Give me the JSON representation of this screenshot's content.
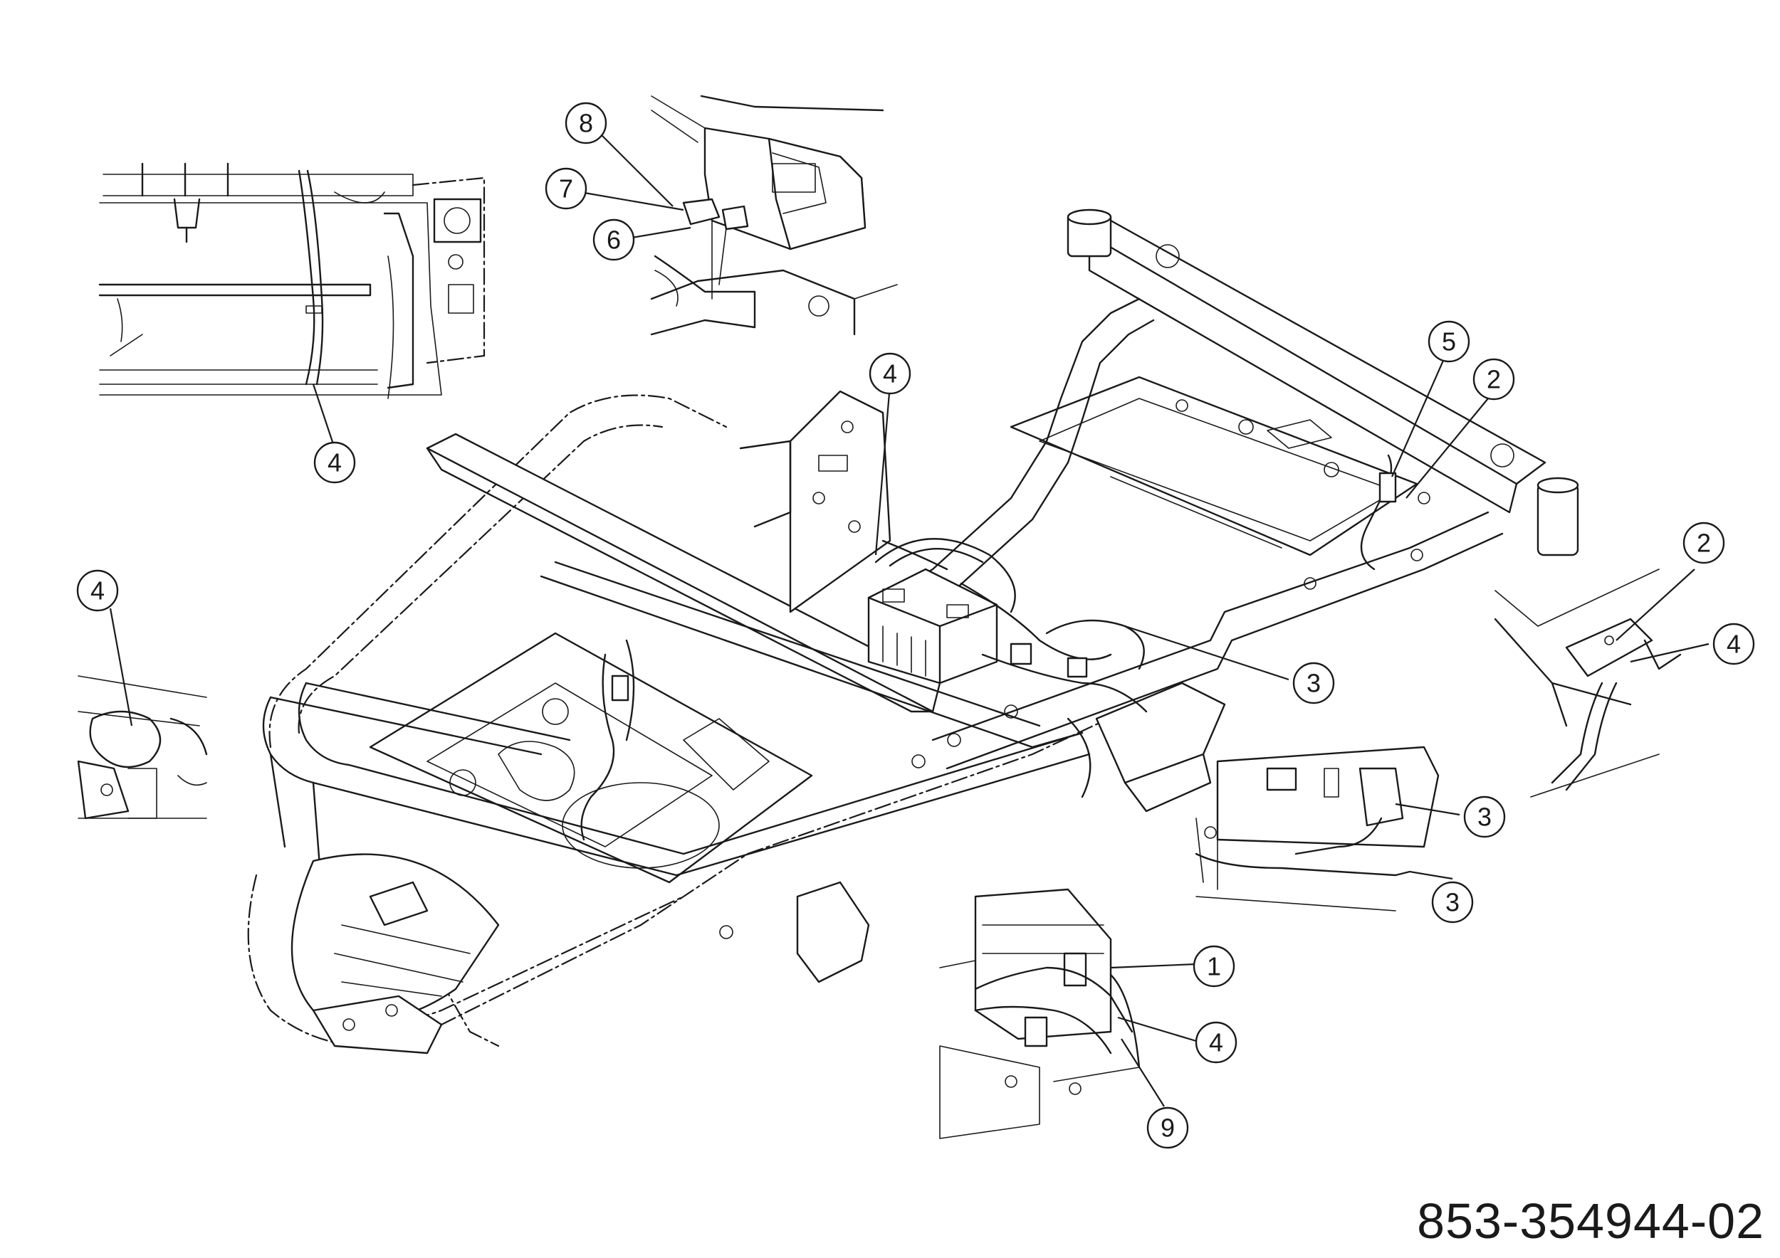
{
  "drawing": {
    "part_number": "853-354944-02",
    "callouts": [
      {
        "id": "callout-4-inset-top-left",
        "label": "4"
      },
      {
        "id": "callout-8",
        "label": "8"
      },
      {
        "id": "callout-7",
        "label": "7"
      },
      {
        "id": "callout-6",
        "label": "6"
      },
      {
        "id": "callout-4-battery-bracket",
        "label": "4"
      },
      {
        "id": "callout-5",
        "label": "5"
      },
      {
        "id": "callout-2-frame",
        "label": "2"
      },
      {
        "id": "callout-4-inset-left",
        "label": "4"
      },
      {
        "id": "callout-3-frame",
        "label": "3"
      },
      {
        "id": "callout-2-inset-right",
        "label": "2"
      },
      {
        "id": "callout-4-inset-right",
        "label": "4"
      },
      {
        "id": "callout-3-inset-switch",
        "label": "3"
      },
      {
        "id": "callout-3-inset-harness",
        "label": "3"
      },
      {
        "id": "callout-1",
        "label": "1"
      },
      {
        "id": "callout-4-inset-bottom",
        "label": "4"
      },
      {
        "id": "callout-9",
        "label": "9"
      }
    ]
  }
}
